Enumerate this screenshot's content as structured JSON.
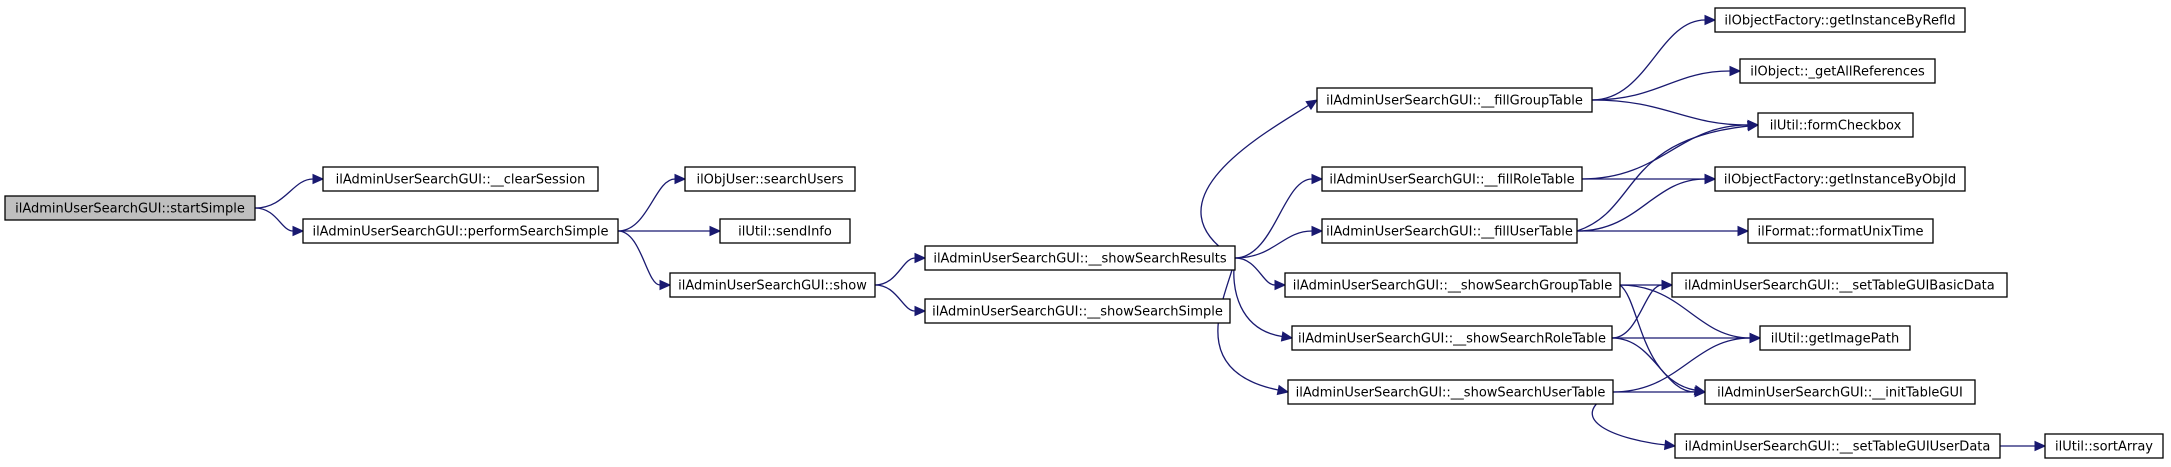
{
  "nodes": [
    {
      "id": "n_startSimple",
      "label": "ilAdminUserSearchGUI::startSimple",
      "root": true
    },
    {
      "id": "n_clearSession",
      "label": "ilAdminUserSearchGUI::__clearSession"
    },
    {
      "id": "n_performSearchSimple",
      "label": "ilAdminUserSearchGUI::performSearchSimple"
    },
    {
      "id": "n_searchUsers",
      "label": "ilObjUser::searchUsers"
    },
    {
      "id": "n_sendInfo",
      "label": "ilUtil::sendInfo"
    },
    {
      "id": "n_show",
      "label": "ilAdminUserSearchGUI::show"
    },
    {
      "id": "n_showSearchResults",
      "label": "ilAdminUserSearchGUI::__showSearchResults"
    },
    {
      "id": "n_showSearchSimple",
      "label": "ilAdminUserSearchGUI::__showSearchSimple"
    },
    {
      "id": "n_fillGroupTable",
      "label": "ilAdminUserSearchGUI::__fillGroupTable"
    },
    {
      "id": "n_fillRoleTable",
      "label": "ilAdminUserSearchGUI::__fillRoleTable"
    },
    {
      "id": "n_fillUserTable",
      "label": "ilAdminUserSearchGUI::__fillUserTable"
    },
    {
      "id": "n_showSearchGroupTable",
      "label": "ilAdminUserSearchGUI::__showSearchGroupTable"
    },
    {
      "id": "n_showSearchRoleTable",
      "label": "ilAdminUserSearchGUI::__showSearchRoleTable"
    },
    {
      "id": "n_showSearchUserTable",
      "label": "ilAdminUserSearchGUI::__showSearchUserTable"
    },
    {
      "id": "n_getInstanceByRefId",
      "label": "ilObjectFactory::getInstanceByRefId"
    },
    {
      "id": "n_getAllReferences",
      "label": "ilObject::_getAllReferences"
    },
    {
      "id": "n_formCheckbox",
      "label": "ilUtil::formCheckbox"
    },
    {
      "id": "n_getInstanceByObjId",
      "label": "ilObjectFactory::getInstanceByObjId"
    },
    {
      "id": "n_formatUnixTime",
      "label": "ilFormat::formatUnixTime"
    },
    {
      "id": "n_setTableGUIBasicData",
      "label": "ilAdminUserSearchGUI::__setTableGUIBasicData"
    },
    {
      "id": "n_getImagePath",
      "label": "ilUtil::getImagePath"
    },
    {
      "id": "n_initTableGUI",
      "label": "ilAdminUserSearchGUI::__initTableGUI"
    },
    {
      "id": "n_setTableGUIUserData",
      "label": "ilAdminUserSearchGUI::__setTableGUIUserData"
    },
    {
      "id": "n_sortArray",
      "label": "ilUtil::sortArray"
    }
  ],
  "edges": [
    {
      "from": "n_startSimple",
      "to": "n_clearSession"
    },
    {
      "from": "n_startSimple",
      "to": "n_performSearchSimple"
    },
    {
      "from": "n_performSearchSimple",
      "to": "n_searchUsers"
    },
    {
      "from": "n_performSearchSimple",
      "to": "n_sendInfo"
    },
    {
      "from": "n_performSearchSimple",
      "to": "n_show"
    },
    {
      "from": "n_show",
      "to": "n_showSearchResults"
    },
    {
      "from": "n_show",
      "to": "n_showSearchSimple"
    },
    {
      "from": "n_showSearchResults",
      "to": "n_fillGroupTable"
    },
    {
      "from": "n_showSearchResults",
      "to": "n_fillRoleTable"
    },
    {
      "from": "n_showSearchResults",
      "to": "n_fillUserTable"
    },
    {
      "from": "n_showSearchResults",
      "to": "n_showSearchGroupTable"
    },
    {
      "from": "n_showSearchResults",
      "to": "n_showSearchRoleTable"
    },
    {
      "from": "n_showSearchResults",
      "to": "n_showSearchUserTable"
    },
    {
      "from": "n_fillGroupTable",
      "to": "n_getInstanceByRefId"
    },
    {
      "from": "n_fillGroupTable",
      "to": "n_getAllReferences"
    },
    {
      "from": "n_fillGroupTable",
      "to": "n_formCheckbox"
    },
    {
      "from": "n_fillRoleTable",
      "to": "n_formCheckbox"
    },
    {
      "from": "n_fillRoleTable",
      "to": "n_getInstanceByObjId"
    },
    {
      "from": "n_fillUserTable",
      "to": "n_formCheckbox"
    },
    {
      "from": "n_fillUserTable",
      "to": "n_getInstanceByObjId"
    },
    {
      "from": "n_fillUserTable",
      "to": "n_formatUnixTime"
    },
    {
      "from": "n_showSearchGroupTable",
      "to": "n_setTableGUIBasicData"
    },
    {
      "from": "n_showSearchGroupTable",
      "to": "n_getImagePath"
    },
    {
      "from": "n_showSearchGroupTable",
      "to": "n_initTableGUI"
    },
    {
      "from": "n_showSearchRoleTable",
      "to": "n_setTableGUIBasicData"
    },
    {
      "from": "n_showSearchRoleTable",
      "to": "n_getImagePath"
    },
    {
      "from": "n_showSearchRoleTable",
      "to": "n_initTableGUI"
    },
    {
      "from": "n_showSearchUserTable",
      "to": "n_getImagePath"
    },
    {
      "from": "n_showSearchUserTable",
      "to": "n_initTableGUI"
    },
    {
      "from": "n_showSearchUserTable",
      "to": "n_setTableGUIUserData"
    },
    {
      "from": "n_setTableGUIUserData",
      "to": "n_sortArray"
    }
  ],
  "colors": {
    "edge": "#191970",
    "root_fill": "#bfbfbf",
    "node_fill": "#ffffff",
    "node_border": "#000000"
  }
}
